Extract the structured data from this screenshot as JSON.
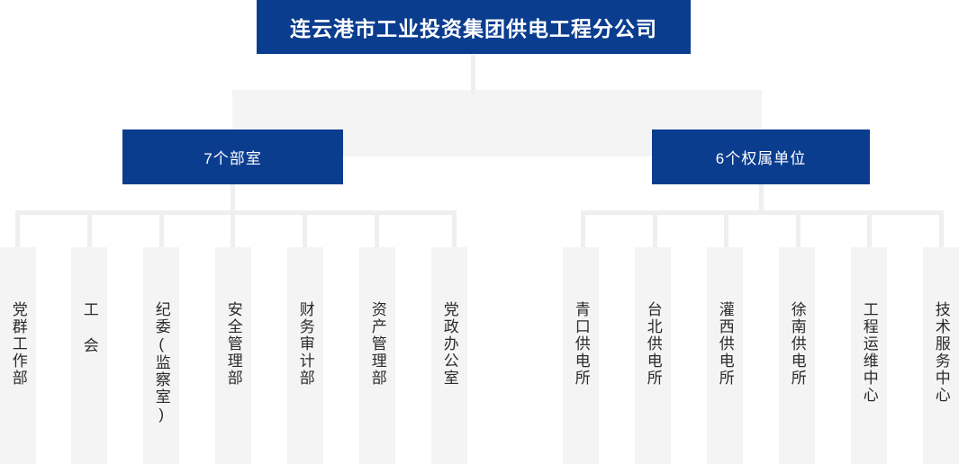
{
  "root": {
    "label": "连云港市工业投资集团供电工程分公司"
  },
  "branches": [
    {
      "label": "7个部室",
      "side": "left"
    },
    {
      "label": "6个权属单位",
      "side": "right"
    }
  ],
  "departments": [
    {
      "label": "党群工作部"
    },
    {
      "label": "工 会"
    },
    {
      "label": "纪委(监察室)"
    },
    {
      "label": "安全管理部"
    },
    {
      "label": "财务审计部"
    },
    {
      "label": "资产管理部"
    },
    {
      "label": "党政办公室"
    }
  ],
  "units": [
    {
      "label": "青口供电所"
    },
    {
      "label": "台北供电所"
    },
    {
      "label": "灌西供电所"
    },
    {
      "label": "徐南供电所"
    },
    {
      "label": "工程运维中心"
    },
    {
      "label": "技术服务中心"
    }
  ],
  "colors": {
    "brand_blue": "#0B3D8F",
    "connector_grey": "#EFEFEF",
    "leaf_grey": "#F4F4F4",
    "text_dark": "#2B2B2B",
    "background": "#FFFFFF"
  }
}
